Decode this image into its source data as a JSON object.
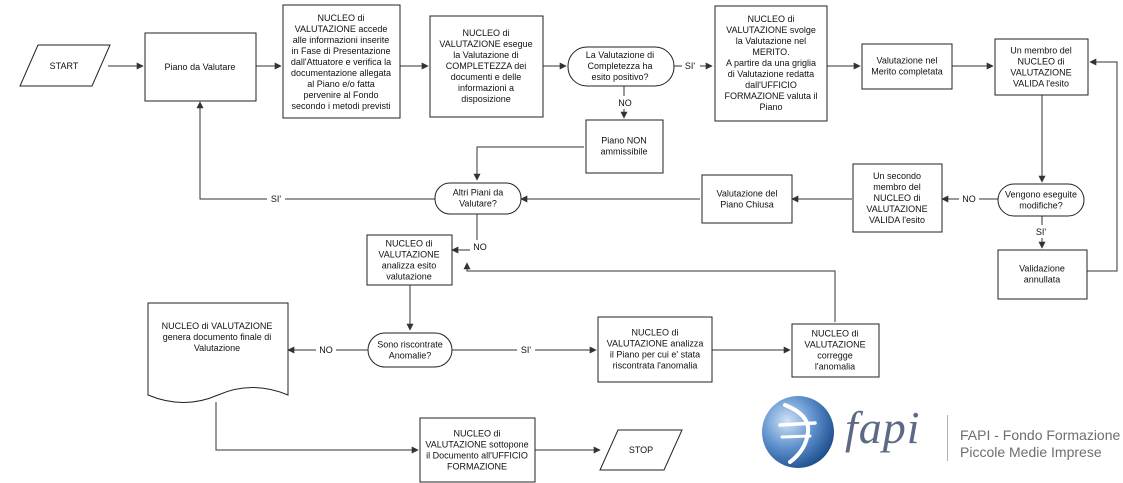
{
  "nodes": [
    {
      "id": "start",
      "lines": [
        "START"
      ]
    },
    {
      "id": "piano",
      "lines": [
        "Piano da Valutare"
      ]
    },
    {
      "id": "n1",
      "lines": [
        "NUCLEO di",
        "VALUTAZIONE accede",
        "alle informazioni inserite",
        "in Fase di Presentazione",
        "dall'Attuatore e verifica la",
        "documentazione allegata",
        "al Piano e/o fatta",
        "pervenire al Fondo",
        "secondo i metodi previsti"
      ]
    },
    {
      "id": "n2",
      "lines": [
        "NUCLEO di",
        "VALUTAZIONE esegue",
        "la Valutazione di",
        "COMPLETEZZA dei",
        "documenti e delle",
        "informazioni a",
        "disposizione"
      ]
    },
    {
      "id": "d1",
      "lines": [
        "La Valutazione di",
        "Completezza ha",
        "esito positivo?"
      ]
    },
    {
      "id": "n3",
      "lines": [
        "NUCLEO di",
        "VALUTAZIONE svolge",
        "la Valutazione nel",
        "MERITO.",
        "A partire da una griglia",
        "di Valutazione redatta",
        "dall'UFFICIO",
        "FORMAZIONE valuta il",
        "Piano"
      ]
    },
    {
      "id": "vmc",
      "lines": [
        "Valutazione nel",
        "Merito completata"
      ]
    },
    {
      "id": "membro",
      "lines": [
        "Un membro del",
        "NUCLEO di",
        "VALUTAZIONE",
        "VALIDA l'esito"
      ]
    },
    {
      "id": "pna",
      "lines": [
        "Piano NON",
        "ammissibile"
      ]
    },
    {
      "id": "altri",
      "lines": [
        "Altri Piani da",
        "Valutare?"
      ]
    },
    {
      "id": "vpc",
      "lines": [
        "Valutazione del",
        "Piano Chiusa"
      ]
    },
    {
      "id": "secondo",
      "lines": [
        "Un secondo",
        "membro del",
        "NUCLEO di",
        "VALUTAZIONE",
        "VALIDA l'esito"
      ]
    },
    {
      "id": "mod",
      "lines": [
        "Vengono eseguite",
        "modifiche?"
      ]
    },
    {
      "id": "annullata",
      "lines": [
        "Validazione",
        "annullata"
      ]
    },
    {
      "id": "analizza",
      "lines": [
        "NUCLEO di",
        "VALUTAZIONE",
        "analizza esito",
        "valutazione"
      ]
    },
    {
      "id": "doc",
      "lines": [
        "NUCLEO di VALUTAZIONE",
        "genera documento finale di",
        "Valutazione"
      ]
    },
    {
      "id": "anom",
      "lines": [
        "Sono riscontrate",
        "Anomalie?"
      ]
    },
    {
      "id": "analizza2",
      "lines": [
        "NUCLEO di",
        "VALUTAZIONE analizza",
        "il Piano per cui e' stata",
        "riscontrata l'anomalia"
      ]
    },
    {
      "id": "corregge",
      "lines": [
        "NUCLEO di",
        "VALUTAZIONE",
        "corregge",
        "l'anomalia"
      ]
    },
    {
      "id": "sottopone",
      "lines": [
        "NUCLEO di",
        "VALUTAZIONE sottopone",
        "il Documento all'UFFICIO",
        "FORMAZIONE"
      ]
    },
    {
      "id": "stop",
      "lines": [
        "STOP"
      ]
    }
  ],
  "edge_labels": {
    "si": "SI'",
    "no": "NO"
  },
  "logo": {
    "word": "fapi",
    "line1": "FAPI - Fondo Formazione",
    "line2": "Piccole Medie Imprese",
    "colors": {
      "globe_dark": "#2a5fa3",
      "globe_light": "#8fb6e3",
      "text": "#5d6a86"
    }
  }
}
